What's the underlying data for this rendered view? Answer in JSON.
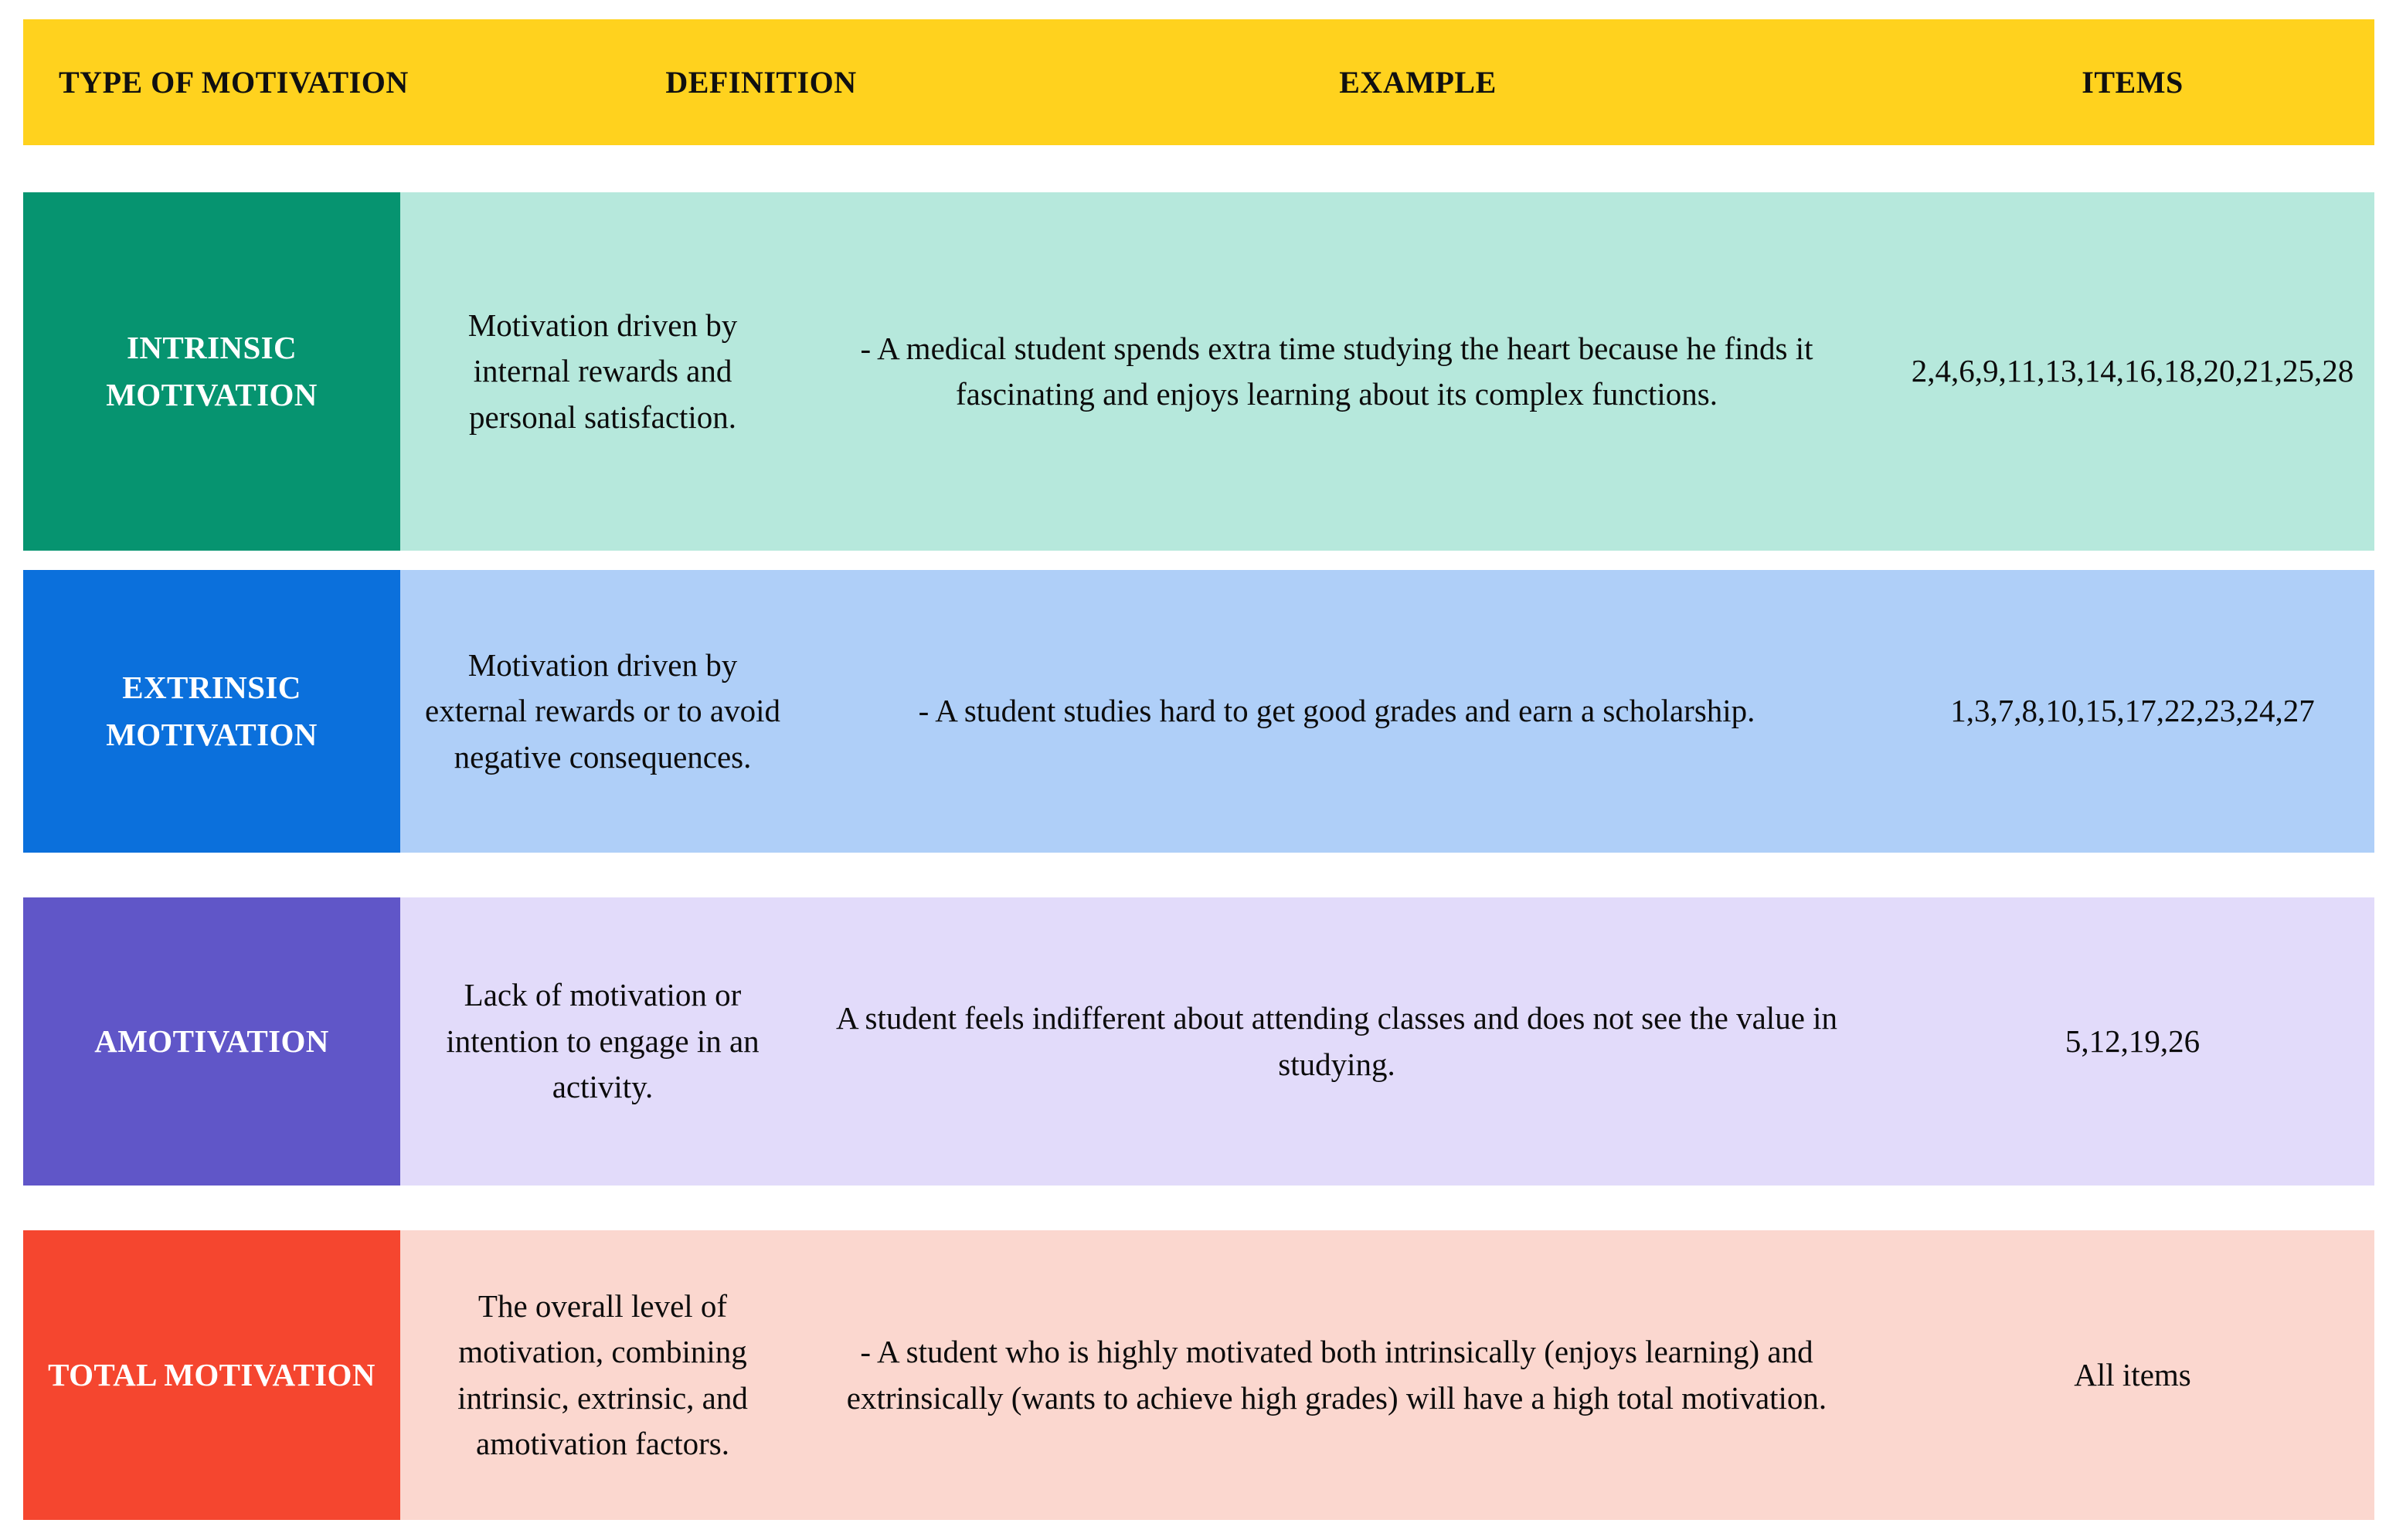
{
  "table": {
    "headers": {
      "type": "TYPE OF MOTIVATION",
      "definition": "DEFINITION",
      "example": "EXAMPLE",
      "items": "ITEMS"
    },
    "header_bg": "#FFD21E",
    "rows": [
      {
        "type": "INTRINSIC MOTIVATION",
        "definition": "Motivation driven by internal rewards and personal satisfaction.",
        "example": "- A medical student spends extra time studying the heart because\nhe finds it fascinating and enjoys learning about its complex functions.",
        "items": "2,4,6,9,11,13,14,16,18,20,21,25,28",
        "accent": "#069470",
        "tint": "#B6E8DC"
      },
      {
        "type": "EXTRINSIC MOTIVATION",
        "definition": "Motivation driven by external rewards or to avoid negative consequences.",
        "example": "- A student studies hard to get good grades and earn a scholarship.",
        "items": "1,3,7,8,10,15,17,22,23,24,27",
        "accent": "#0B70DC",
        "tint": "#AFCFF8"
      },
      {
        "type": "AMOTIVATION",
        "definition": "Lack of motivation or intention to engage in an activity.",
        "example": "A student feels indifferent about attending classes and does not see the value in studying.",
        "items": "5,12,19,26",
        "accent": "#6056C8",
        "tint": "#E2DBFA"
      },
      {
        "type": "TOTAL MOTIVATION",
        "definition": "The overall level of motivation, combining intrinsic, extrinsic, and amotivation factors.",
        "example": "- A student who is highly motivated both intrinsically (enjoys learning) and extrinsically (wants to achieve high grades) will have a high total motivation.",
        "items": "All items",
        "accent": "#F5462F",
        "tint": "#FBD7CF"
      }
    ]
  }
}
